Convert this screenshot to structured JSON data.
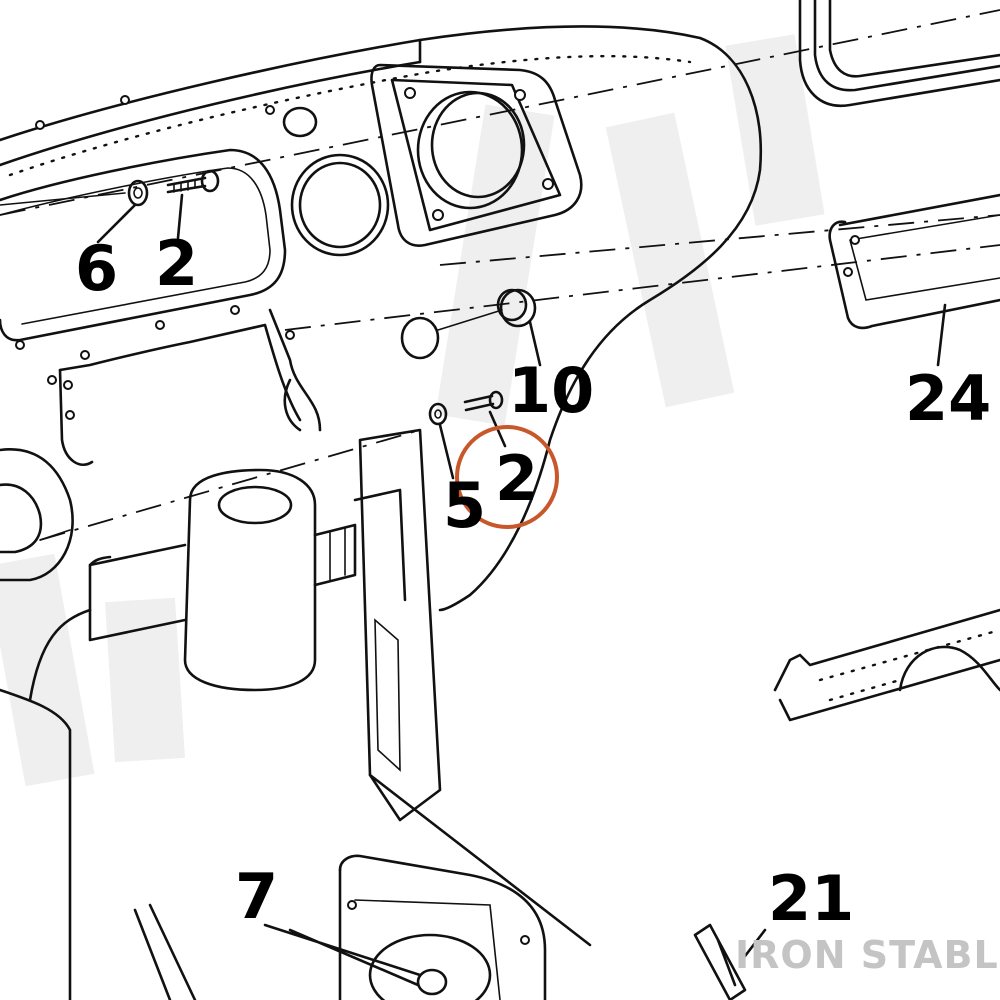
{
  "diagram": {
    "callouts": [
      {
        "id": "c6",
        "label": "6"
      },
      {
        "id": "c2a",
        "label": "2"
      },
      {
        "id": "c10",
        "label": "10"
      },
      {
        "id": "c24",
        "label": "24"
      },
      {
        "id": "c2b",
        "label": "2"
      },
      {
        "id": "c5",
        "label": "5"
      },
      {
        "id": "c7",
        "label": "7"
      },
      {
        "id": "c21",
        "label": "21"
      }
    ],
    "highlight": {
      "color": "#c8582a",
      "target": "2"
    },
    "watermark": "IRON STABLE"
  }
}
